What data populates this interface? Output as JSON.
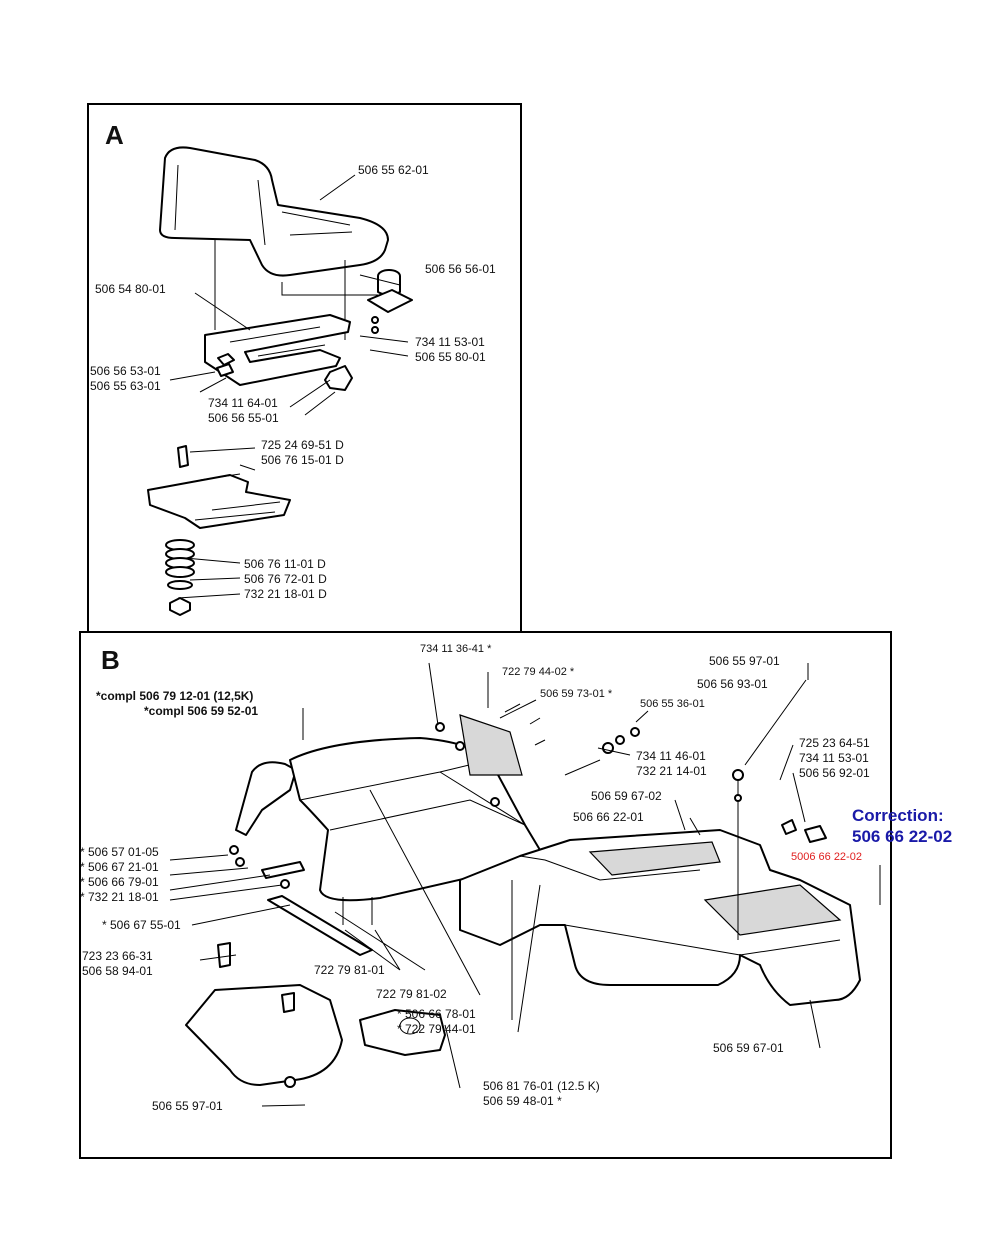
{
  "panel_a": {
    "letter": "A",
    "labels": {
      "seat": "506 55 62-01",
      "plate": "506 54 80-01",
      "cap": "506 56 56-01",
      "bolt1": "734 11 53-01",
      "bracket": "506 55 80-01",
      "nut1": "506 56 53-01",
      "washer1": "506 55 63-01",
      "knob1": "734 11 64-01",
      "knob2": "506 56 55-01",
      "screw_d": "725 24 69-51 D",
      "frame_d": "506 76 15-01 D",
      "spring_d": "506 76 11-01 D",
      "washer_d": "506 76 72-01 D",
      "nut_d": "732 21 18-01 D"
    }
  },
  "panel_b": {
    "letter": "B",
    "labels": {
      "bolt_top": "734 11 36-41 *",
      "screw_top": "722 79 44-02 *",
      "plate_top": "506 59 73-01 *",
      "screw2": "506 55 36-01",
      "nut2": "734 11 46-01",
      "washer2": "732 21 14-01",
      "compl1": "*compl 506 79 12-01 (12,5K)",
      "compl2": "*compl 506 59 52-01",
      "rod1": "506 55 97-01",
      "rod2": "506 56 93-01",
      "p1": "725 23 64-51",
      "p2": "734 11 53-01",
      "p3": "506 56 92-01",
      "mat": "506 59 67-02",
      "frame": "506 66 22-01",
      "s1": "* 506 57 01-05",
      "s2": "* 506 67 21-01",
      "s3": "* 506 66 79-01",
      "s4": "* 732 21 18-01",
      "strap": "* 506 67 55-01",
      "bolt3": "723 23 66-31",
      "bolt4": "506 58 94-01",
      "clip1": "722 79 81-01",
      "clip2": "722 79 81-02",
      "f1": "* 506 66 78-01",
      "f2": "* 722 79 44-01",
      "fender": "506 59 67-01",
      "cover": "506 55 97-01",
      "tray1": "506 81 76-01 (12.5 K)",
      "tray2": "506 59 48-01 *",
      "red_part": "5006 66 22-02"
    },
    "correction": {
      "title": "Correction:",
      "number": "506 66 22-02"
    }
  }
}
